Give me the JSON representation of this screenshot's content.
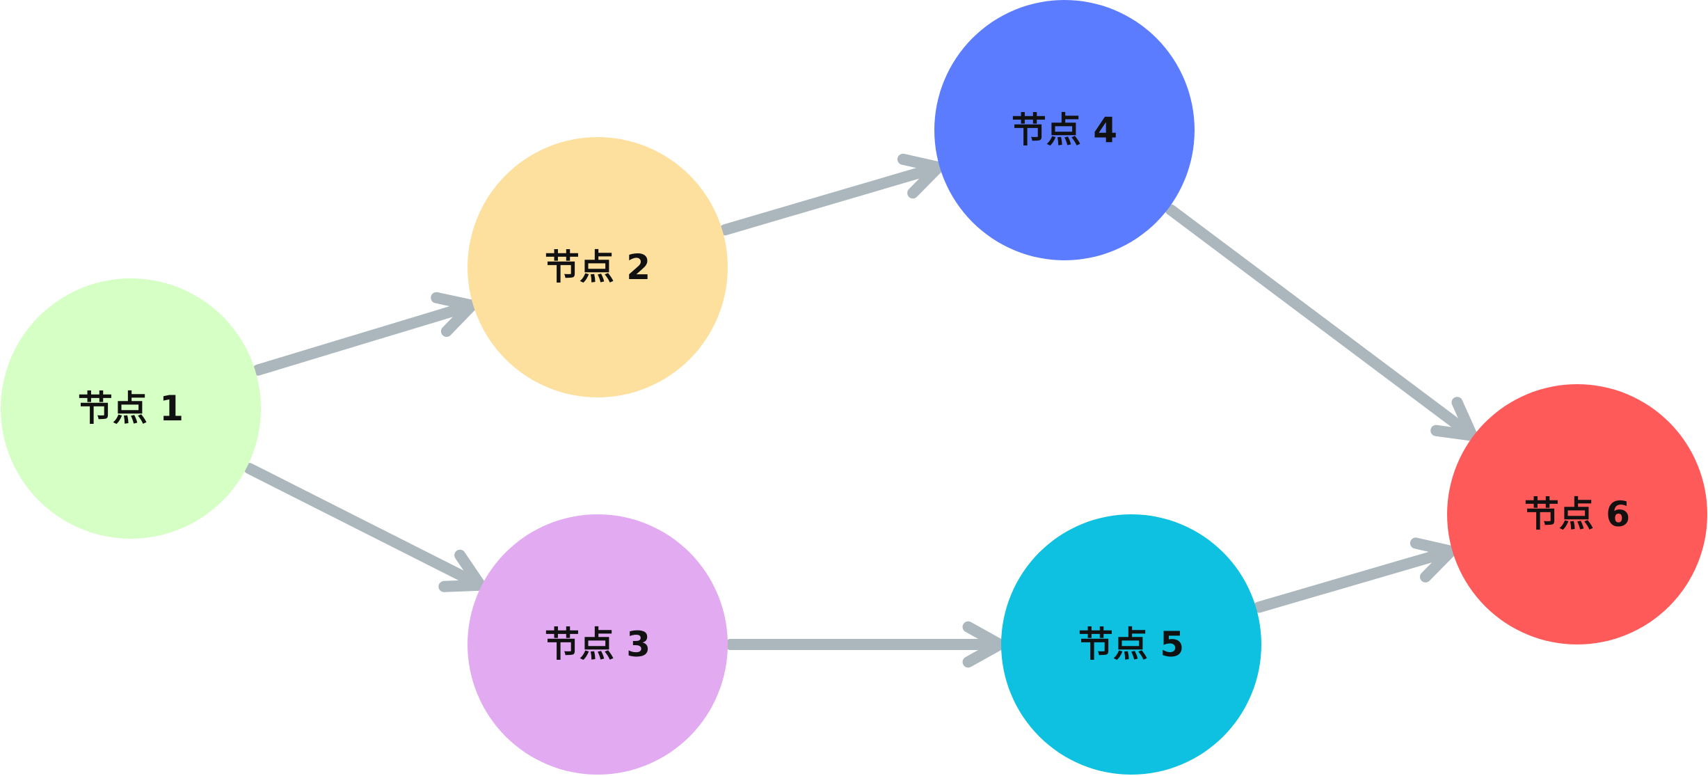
{
  "diagram": {
    "type": "flow-graph",
    "edge_color": "#abb6bd",
    "label_color": "#111111",
    "nodes": [
      {
        "id": "n1",
        "label": "节点 1",
        "color": "#d5ffc4"
      },
      {
        "id": "n2",
        "label": "节点 2",
        "color": "#fde09e"
      },
      {
        "id": "n3",
        "label": "节点 3",
        "color": "#e2aaf0"
      },
      {
        "id": "n4",
        "label": "节点 4",
        "color": "#5b7cff"
      },
      {
        "id": "n5",
        "label": "节点 5",
        "color": "#0ec1e0"
      },
      {
        "id": "n6",
        "label": "节点 6",
        "color": "#ff5a5a"
      }
    ],
    "edges": [
      {
        "from": "n1",
        "to": "n2"
      },
      {
        "from": "n1",
        "to": "n3"
      },
      {
        "from": "n2",
        "to": "n4"
      },
      {
        "from": "n3",
        "to": "n5"
      },
      {
        "from": "n4",
        "to": "n6"
      },
      {
        "from": "n5",
        "to": "n6"
      }
    ]
  }
}
